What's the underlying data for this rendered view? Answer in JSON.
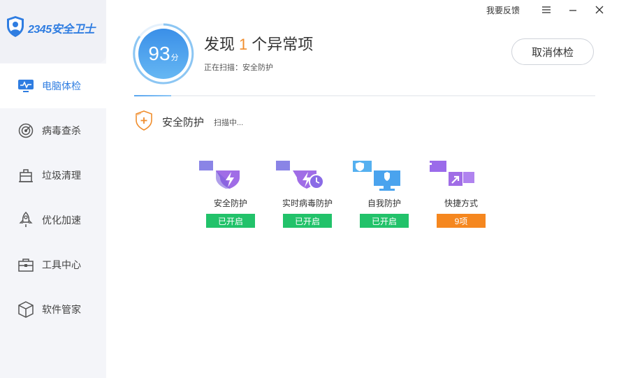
{
  "app": {
    "brand": "2345安全卫士"
  },
  "window": {
    "feedback_label": "我要反馈"
  },
  "sidebar": {
    "items": [
      {
        "label": "电脑体检",
        "icon": "monitor-check-icon",
        "active": true
      },
      {
        "label": "病毒查杀",
        "icon": "radar-icon"
      },
      {
        "label": "垃圾清理",
        "icon": "trash-bin-icon"
      },
      {
        "label": "优化加速",
        "icon": "rocket-icon"
      },
      {
        "label": "工具中心",
        "icon": "toolbox-icon"
      },
      {
        "label": "软件管家",
        "icon": "cube-icon"
      }
    ]
  },
  "scan": {
    "score": "93",
    "score_unit": "分",
    "headline_prefix": "发现",
    "anomaly_count": "1",
    "headline_suffix": "个异常项",
    "status_text": "正在扫描：安全防护",
    "cancel_label": "取消体检",
    "progress": 0.08
  },
  "section": {
    "title": "安全防护",
    "status": "扫描中..."
  },
  "items": [
    {
      "name": "安全防护",
      "badge": "已开启",
      "badge_color": "#22c26a",
      "icon": "shield-lightning-icon"
    },
    {
      "name": "实时病毒防护",
      "badge": "已开启",
      "badge_color": "#22c26a",
      "icon": "shield-clock-icon"
    },
    {
      "name": "自我防护",
      "badge": "已开启",
      "badge_color": "#22c26a",
      "icon": "monitor-shield-icon"
    },
    {
      "name": "快捷方式",
      "badge": "9项",
      "badge_color": "#f5871f",
      "icon": "shortcut-icon"
    }
  ],
  "colors": {
    "accent": "#2f7de1",
    "ok": "#22c26a",
    "warn": "#f5871f",
    "anomaly": "#f08d2c"
  }
}
